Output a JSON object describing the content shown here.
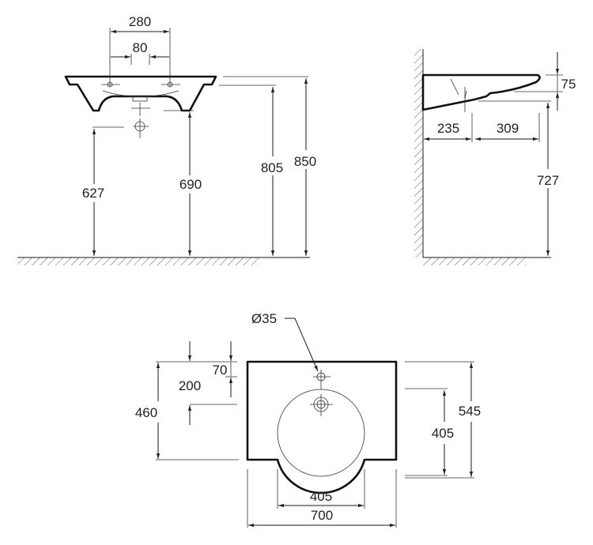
{
  "front_view": {
    "width_outer": "280",
    "width_inner": "80",
    "height_trap": "627",
    "height_underside": "690",
    "height_bowl": "805",
    "height_top": "850"
  },
  "side_view": {
    "rim_thickness": "75",
    "depth_wall_to_drain": "235",
    "depth_drain_to_front": "309",
    "height_bottom": "727"
  },
  "top_view": {
    "tap_hole_diameter": "Ø35",
    "tap_offset": "70",
    "drain_offset": "200",
    "depth_body": "460",
    "depth_bowl": "405",
    "depth_total": "545",
    "bowl_width": "405",
    "total_width": "700"
  }
}
